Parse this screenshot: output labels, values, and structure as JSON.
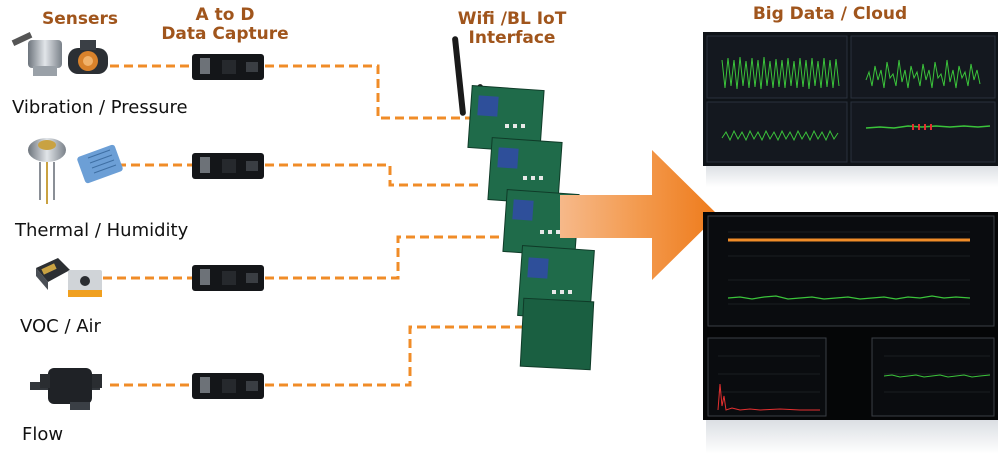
{
  "headers": {
    "sensors": "Sensers",
    "adc_line1": "A to D",
    "adc_line2": "Data Capture",
    "iot": "Wifi /BL IoT Interface",
    "cloud": "Big Data / Cloud"
  },
  "sensor_labels": [
    "Vibration / Pressure",
    "Thermal / Humidity",
    "VOC / Air",
    "Flow"
  ],
  "colors": {
    "header": "#a0551c",
    "dash_line": "#f08c28",
    "arrow": "#f07f1e",
    "pcb": "#1f6b4a",
    "dashboard_bg": "#14181f",
    "signal": "#3bc43b"
  }
}
